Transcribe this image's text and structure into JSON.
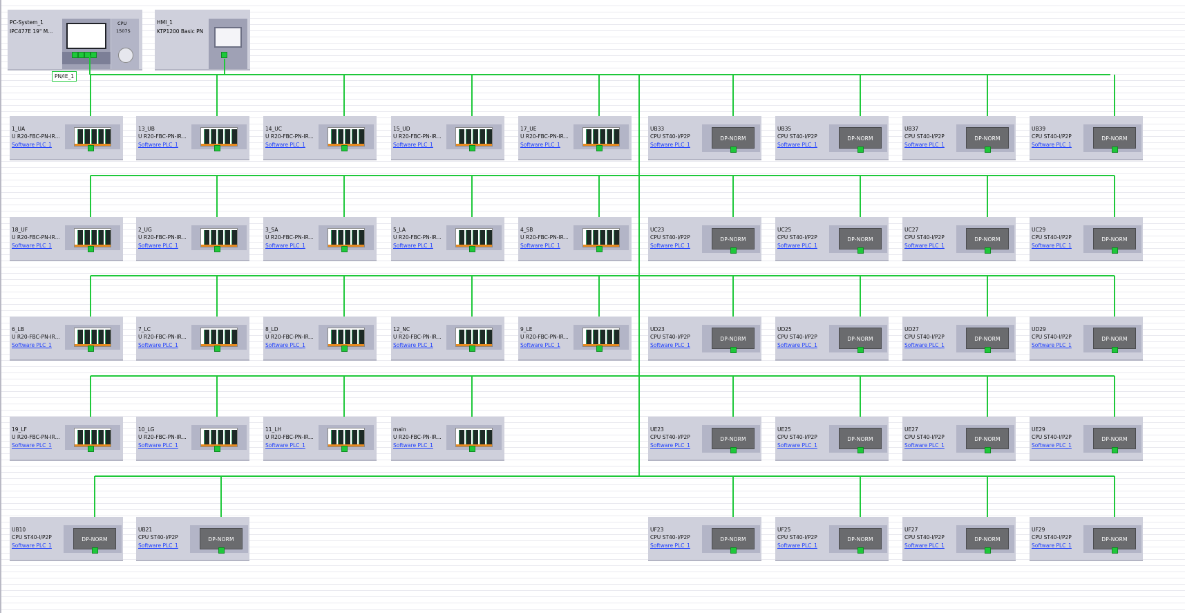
{
  "subnet": {
    "label": "PN/IE_1",
    "color": "#1ec83a"
  },
  "pc_system": {
    "name": "PC-System_1",
    "type": "IPC477E 19\"    M...",
    "cpu_label": "CPU",
    "cpu_model": "1507S"
  },
  "hmi": {
    "name": "HMI_1",
    "type": "KTP1200 Basic PN"
  },
  "io_type": "U R20-FBC-PN-IR...",
  "cpu_type": "CPU ST40-I/P2P",
  "software": "Software PLC_1",
  "dp_label": "DP-NORM",
  "rows": [
    {
      "left": [
        {
          "name": "1_UA",
          "kind": "io"
        },
        {
          "name": "13_UB",
          "kind": "io"
        },
        {
          "name": "14_UC",
          "kind": "io"
        },
        {
          "name": "15_UD",
          "kind": "io"
        },
        {
          "name": "17_UE",
          "kind": "io"
        }
      ],
      "right": [
        {
          "name": "UB33",
          "kind": "dp"
        },
        {
          "name": "UB35",
          "kind": "dp"
        },
        {
          "name": "UB37",
          "kind": "dp"
        },
        {
          "name": "UB39",
          "kind": "dp"
        }
      ]
    },
    {
      "left": [
        {
          "name": "18_UF",
          "kind": "io"
        },
        {
          "name": "2_UG",
          "kind": "io"
        },
        {
          "name": "3_SA",
          "kind": "io"
        },
        {
          "name": "5_LA",
          "kind": "io"
        },
        {
          "name": "4_SB",
          "kind": "io"
        }
      ],
      "right": [
        {
          "name": "UC23",
          "kind": "dp"
        },
        {
          "name": "UC25",
          "kind": "dp"
        },
        {
          "name": "UC27",
          "kind": "dp"
        },
        {
          "name": "UC29",
          "kind": "dp"
        }
      ]
    },
    {
      "left": [
        {
          "name": "6_LB",
          "kind": "io"
        },
        {
          "name": "7_LC",
          "kind": "io"
        },
        {
          "name": "8_LD",
          "kind": "io"
        },
        {
          "name": "12_NC",
          "kind": "io"
        },
        {
          "name": "9_LE",
          "kind": "io"
        }
      ],
      "right": [
        {
          "name": "UD23",
          "kind": "dp"
        },
        {
          "name": "UD25",
          "kind": "dp"
        },
        {
          "name": "UD27",
          "kind": "dp"
        },
        {
          "name": "UD29",
          "kind": "dp"
        }
      ]
    },
    {
      "left": [
        {
          "name": "19_LF",
          "kind": "io"
        },
        {
          "name": "10_LG",
          "kind": "io"
        },
        {
          "name": "11_LH",
          "kind": "io"
        },
        {
          "name": "main",
          "kind": "io"
        }
      ],
      "right": [
        {
          "name": "UE23",
          "kind": "dp"
        },
        {
          "name": "UE25",
          "kind": "dp"
        },
        {
          "name": "UE27",
          "kind": "dp"
        },
        {
          "name": "UE29",
          "kind": "dp"
        }
      ]
    },
    {
      "left": [
        {
          "name": "UB10",
          "kind": "dp"
        },
        {
          "name": "UB21",
          "kind": "dp"
        }
      ],
      "right": [
        {
          "name": "UF23",
          "kind": "dp"
        },
        {
          "name": "UF25",
          "kind": "dp"
        },
        {
          "name": "UF27",
          "kind": "dp"
        },
        {
          "name": "UF29",
          "kind": "dp"
        }
      ]
    }
  ]
}
